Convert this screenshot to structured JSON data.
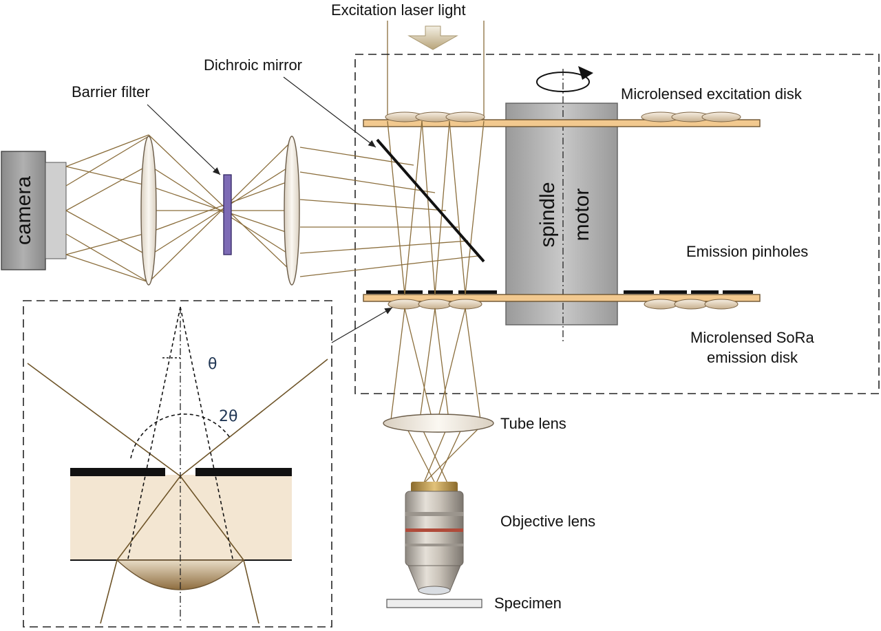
{
  "labels": {
    "excitation": "Excitation laser light",
    "dichroic": "Dichroic mirror",
    "barrier": "Barrier filter",
    "excitation_disk": "Microlensed excitation disk",
    "emission_pinholes": "Emission pinholes",
    "sora_line1": "Microlensed SoRa",
    "sora_line2": "emission disk",
    "tube_lens": "Tube lens",
    "objective": "Objective lens",
    "specimen": "Specimen",
    "camera": "camera",
    "spindle": "spindle",
    "motor": "motor",
    "theta": "θ",
    "two_theta": "2θ"
  },
  "colors": {
    "disk": "#f2c98f",
    "microlens": "#e9dcc8",
    "ray": "#8a6d3b",
    "motor_body": "#b3b3b3",
    "camera_body": "#9a9a9a",
    "filter": "#7d6bb5",
    "substrate": "#f3e6d2",
    "lens_bottom": "#b99a6d",
    "arrow": "#e4dcc8"
  }
}
